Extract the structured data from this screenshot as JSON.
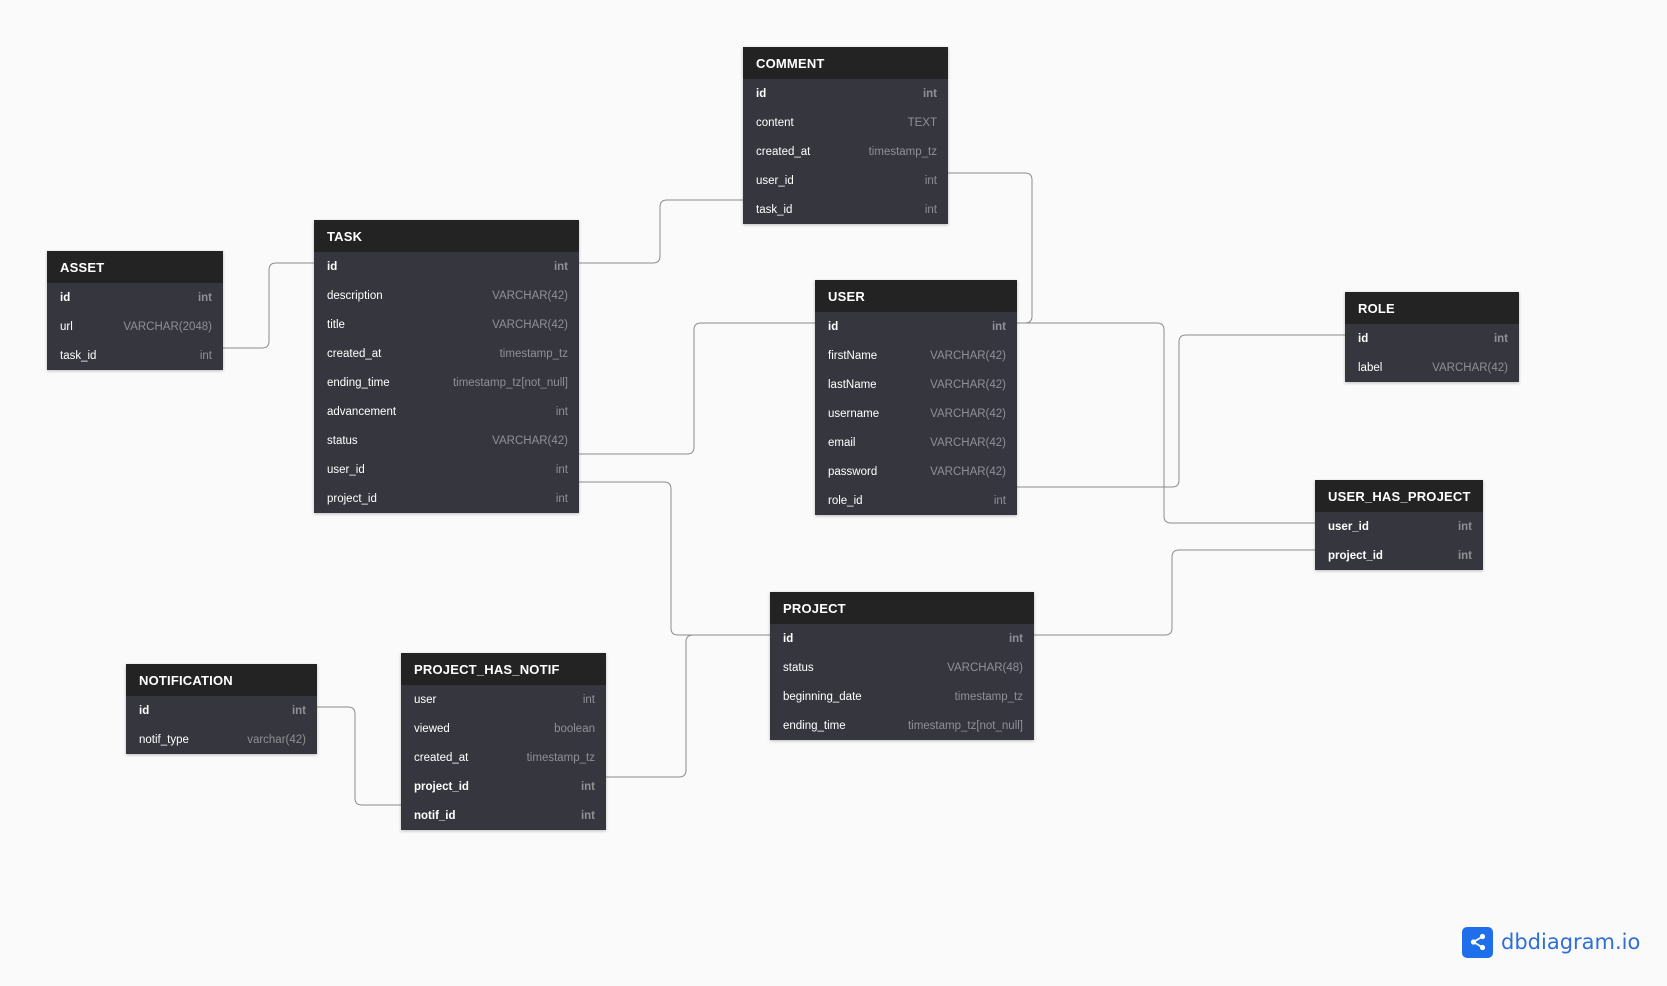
{
  "tables": {
    "comment": {
      "name": "COMMENT",
      "fields": [
        {
          "name": "id",
          "type": "int",
          "key": true
        },
        {
          "name": "content",
          "type": "TEXT"
        },
        {
          "name": "created_at",
          "type": "timestamp_tz"
        },
        {
          "name": "user_id",
          "type": "int"
        },
        {
          "name": "task_id",
          "type": "int"
        }
      ]
    },
    "task": {
      "name": "TASK",
      "fields": [
        {
          "name": "id",
          "type": "int",
          "key": true
        },
        {
          "name": "description",
          "type": "VARCHAR(42)"
        },
        {
          "name": "title",
          "type": "VARCHAR(42)"
        },
        {
          "name": "created_at",
          "type": "timestamp_tz"
        },
        {
          "name": "ending_time",
          "type": "timestamp_tz[not_null]"
        },
        {
          "name": "advancement",
          "type": "int"
        },
        {
          "name": "status",
          "type": "VARCHAR(42)"
        },
        {
          "name": "user_id",
          "type": "int"
        },
        {
          "name": "project_id",
          "type": "int"
        }
      ]
    },
    "asset": {
      "name": "ASSET",
      "fields": [
        {
          "name": "id",
          "type": "int",
          "key": true
        },
        {
          "name": "url",
          "type": "VARCHAR(2048)"
        },
        {
          "name": "task_id",
          "type": "int"
        }
      ]
    },
    "user": {
      "name": "USER",
      "fields": [
        {
          "name": "id",
          "type": "int",
          "key": true
        },
        {
          "name": "firstName",
          "type": "VARCHAR(42)"
        },
        {
          "name": "lastName",
          "type": "VARCHAR(42)"
        },
        {
          "name": "username",
          "type": "VARCHAR(42)"
        },
        {
          "name": "email",
          "type": "VARCHAR(42)"
        },
        {
          "name": "password",
          "type": "VARCHAR(42)"
        },
        {
          "name": "role_id",
          "type": "int"
        }
      ]
    },
    "role": {
      "name": "ROLE",
      "fields": [
        {
          "name": "id",
          "type": "int",
          "key": true
        },
        {
          "name": "label",
          "type": "VARCHAR(42)"
        }
      ]
    },
    "user_has_project": {
      "name": "USER_HAS_PROJECT",
      "fields": [
        {
          "name": "user_id",
          "type": "int",
          "key": true
        },
        {
          "name": "project_id",
          "type": "int",
          "key": true
        }
      ]
    },
    "project": {
      "name": "PROJECT",
      "fields": [
        {
          "name": "id",
          "type": "int",
          "key": true
        },
        {
          "name": "status",
          "type": "VARCHAR(48)"
        },
        {
          "name": "beginning_date",
          "type": "timestamp_tz"
        },
        {
          "name": "ending_time",
          "type": "timestamp_tz[not_null]"
        }
      ]
    },
    "notification": {
      "name": "NOTIFICATION",
      "fields": [
        {
          "name": "id",
          "type": "int",
          "key": true
        },
        {
          "name": "notif_type",
          "type": "varchar(42)"
        }
      ]
    },
    "project_has_notif": {
      "name": "PROJECT_HAS_NOTIF",
      "fields": [
        {
          "name": "user",
          "type": "int"
        },
        {
          "name": "viewed",
          "type": "boolean"
        },
        {
          "name": "created_at",
          "type": "timestamp_tz"
        },
        {
          "name": "project_id",
          "type": "int",
          "key": true
        },
        {
          "name": "notif_id",
          "type": "int",
          "key": true
        }
      ]
    }
  },
  "relationships": [
    {
      "from": "comment.task_id",
      "to": "task.id"
    },
    {
      "from": "comment.user_id",
      "to": "user.id"
    },
    {
      "from": "asset.task_id",
      "to": "task.id"
    },
    {
      "from": "task.user_id",
      "to": "user.id"
    },
    {
      "from": "task.project_id",
      "to": "project.id"
    },
    {
      "from": "user.role_id",
      "to": "role.id"
    },
    {
      "from": "user_has_project.user_id",
      "to": "user.id"
    },
    {
      "from": "user_has_project.project_id",
      "to": "project.id"
    },
    {
      "from": "project_has_notif.project_id",
      "to": "project.id"
    },
    {
      "from": "project_has_notif.notif_id",
      "to": "notification.id"
    }
  ],
  "brand": {
    "logo_text": "dbdiagram.io",
    "icon": "share-nodes-icon",
    "color": "#1f6feb"
  }
}
